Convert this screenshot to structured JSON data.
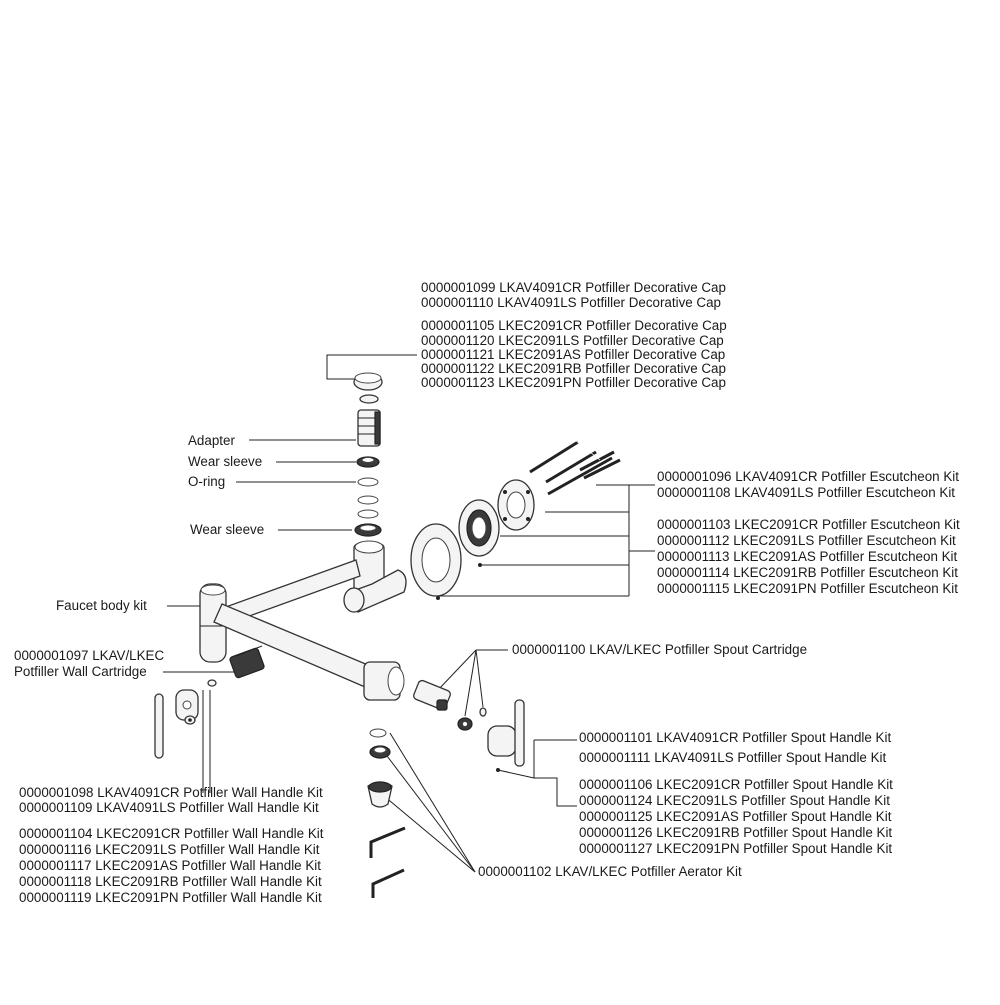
{
  "groups": [
    {
      "id": "cap",
      "lines": [
        "0000001099 LKAV4091CR Potfiller Decorative Cap",
        "0000001110 LKAV4091LS Potfiller Decorative Cap",
        "0000001105 LKEC2091CR Potfiller Decorative Cap",
        "0000001120 LKEC2091LS Potfiller Decorative Cap",
        "0000001121 LKEC2091AS Potfiller Decorative Cap",
        "0000001122 LKEC2091RB Potfiller Decorative Cap",
        "0000001123 LKEC2091PN Potfiller Decorative Cap"
      ]
    },
    {
      "id": "escutcheon",
      "lines": [
        "0000001096 LKAV4091CR Potfiller Escutcheon Kit",
        "0000001108 LKAV4091LS  Potfiller Escutcheon Kit",
        "0000001103 LKEC2091CR Potfiller Escutcheon Kit",
        "0000001112 LKEC2091LS  Potfiller Escutcheon Kit",
        "0000001113 LKEC2091AS Potfiller Escutcheon Kit",
        "0000001114 LKEC2091RB Potfiller Escutcheon Kit",
        "0000001115 LKEC2091PN Potfiller Escutcheon Kit"
      ]
    },
    {
      "id": "spout-cartridge",
      "lines": [
        "0000001100  LKAV/LKEC Potfiller Spout Cartridge"
      ]
    },
    {
      "id": "wall-cartridge",
      "lines": [
        "0000001097 LKAV/LKEC",
        "Potfiller Wall Cartridge"
      ]
    },
    {
      "id": "spout-handle",
      "lines": [
        "0000001101 LKAV4091CR Potfiller Spout Handle Kit",
        "0000001111 LKAV4091LS Potfiller Spout Handle Kit",
        "0000001106 LKEC2091CR Potfiller Spout Handle Kit",
        "0000001124 LKEC2091LS Potfiller Spout Handle Kit",
        "0000001125 LKEC2091AS Potfiller Spout Handle Kit",
        "0000001126 LKEC2091RB Potfiller Spout Handle Kit",
        "0000001127 LKEC2091PN Potfiller Spout Handle Kit"
      ]
    },
    {
      "id": "wall-handle",
      "lines": [
        "0000001098 LKAV4091CR Potfiller Wall Handle Kit",
        "0000001109 LKAV4091LS  Potfiller Wall Handle Kit",
        "0000001104 LKEC2091CR Potfiller Wall Handle Kit",
        "0000001116 LKEC2091LS Potfiller Wall Handle Kit",
        "0000001117 LKEC2091AS Potfiller Wall Handle Kit",
        "0000001118 LKEC2091RB Potfiller Wall Handle Kit",
        "0000001119 LKEC2091PN Potfiller Wall Handle Kit"
      ]
    },
    {
      "id": "aerator",
      "lines": [
        "0000001102 LKAV/LKEC Potfiller Aerator Kit"
      ]
    }
  ],
  "part_labels": {
    "adapter": "Adapter",
    "wear_sleeve_1": "Wear sleeve",
    "o_ring": "O-ring",
    "wear_sleeve_2": "Wear sleeve",
    "faucet_body_kit": "Faucet body kit"
  },
  "colors": {
    "line": "#222222",
    "part_fill": "#f4f4f4",
    "text": "#1a1a1a"
  }
}
